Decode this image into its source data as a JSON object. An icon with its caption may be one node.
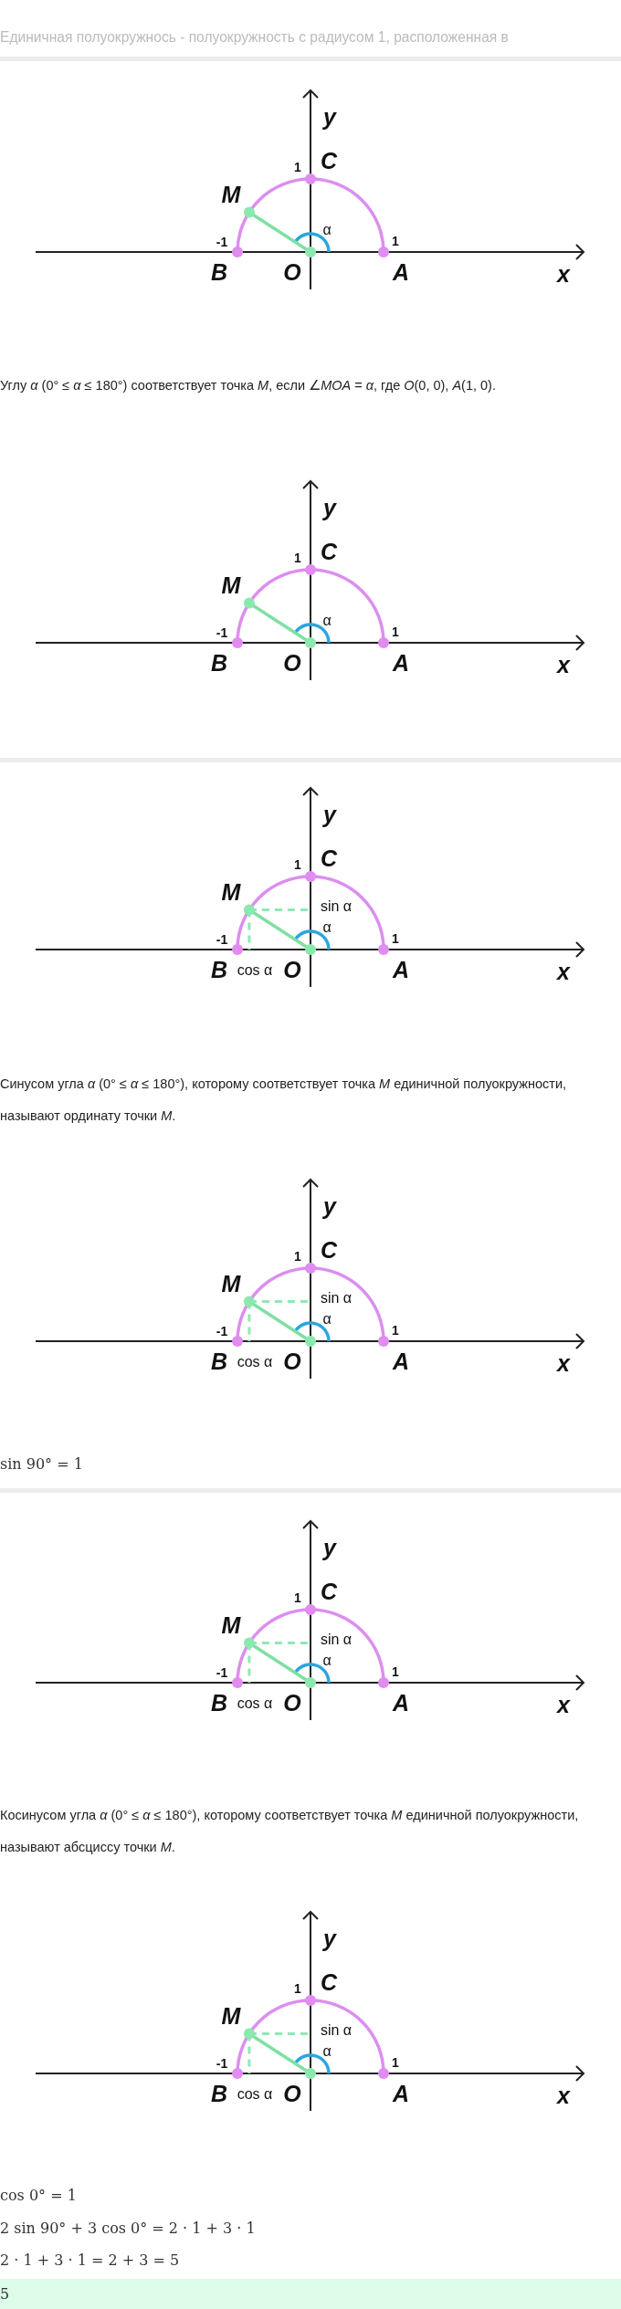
{
  "diagram": {
    "labels": [
      "Единичная полуокружнось - полуокружность с радиусом 1, расположенная в",
      "y",
      "1",
      "C",
      "M",
      "α",
      "-1",
      "1",
      "B",
      "O",
      "A",
      "x",
      "Углу *α* (0° ≤ *α* ≤ 180°) соответствует точка *M*, если ∠*MOA* = *α*, где *O*(0, 0), *A*(1, 0).",
      "y",
      "1",
      "C",
      "M",
      "α",
      "-1",
      "1",
      "B",
      "O",
      "A",
      "x",
      "y",
      "1",
      "C",
      "M",
      "sin α",
      "α",
      "-1",
      "1",
      "B",
      "cos α",
      "O",
      "A",
      "x",
      "Синусом угла *α* (0° ≤ *α* ≤ 180°), которому соответствует точка *M* единичной полуокружности, называют ординату точки *M*.",
      "y",
      "1",
      "C",
      "M",
      "sin α",
      "α",
      "-1",
      "1",
      "B",
      "cos α",
      "O",
      "A",
      "x",
      "sin 90° = 1",
      "y",
      "1",
      "C",
      "M",
      "sin α",
      "α",
      "-1",
      "1",
      "B",
      "cos α",
      "O",
      "A",
      "x",
      "Косинусом угла *α* (0° ≤ *α* ≤ 180°), которому соответствует точка *M* единичной полуокружности, называют абсциссу точки *M*.",
      "y",
      "1",
      "C",
      "M",
      "sin α",
      "α",
      "-1",
      "1",
      "B",
      "cos α",
      "O",
      "A",
      "x",
      "cos 0° = 1",
      "2 sin 90° + 3 cos 0° = 2 · 1 + 3 · 1",
      "2 · 1 + 3 · 1 = 2 + 3 = 5",
      "5"
    ]
  }
}
